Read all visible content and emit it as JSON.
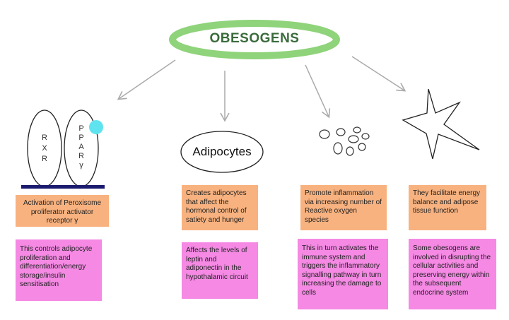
{
  "title": "OBESOGENS",
  "colors": {
    "ring": "#8fd37a",
    "title_text": "#3a6b3b",
    "orange_box": "#f8b27f",
    "pink_box": "#f589e4",
    "arrow": "#aaaaaa",
    "bar": "#1a1a6e",
    "dot": "#5fe3ef"
  },
  "receptor": {
    "left_letters": "R\nX\nR",
    "right_letters": "P\nP\nA\nR\nγ"
  },
  "adipocyte_label": "Adipocytes",
  "columns": [
    {
      "top": "Activation of Peroxisome proliferator activator receptor γ",
      "bottom": "This controls adipocyte proliferation and differentiation/energy storage/insulin sensitisation"
    },
    {
      "top": "Creates adipocytes that affect the hormonal control of satiety and hunger",
      "bottom": "Affects the levels of leptin and adiponectin in the hypothalamic circuit"
    },
    {
      "top": "Promote inflammation via increasing number of Reactive oxygen species",
      "bottom": "This in turn activates the immune system and triggers the inflammatory signalling pathway in turn increasing the damage to cells"
    },
    {
      "top": "They facilitate energy balance and adipose tissue function",
      "bottom": "Some obesogens are involved in disrupting the cellular activities and preserving energy within the subsequent endocrine system"
    }
  ]
}
